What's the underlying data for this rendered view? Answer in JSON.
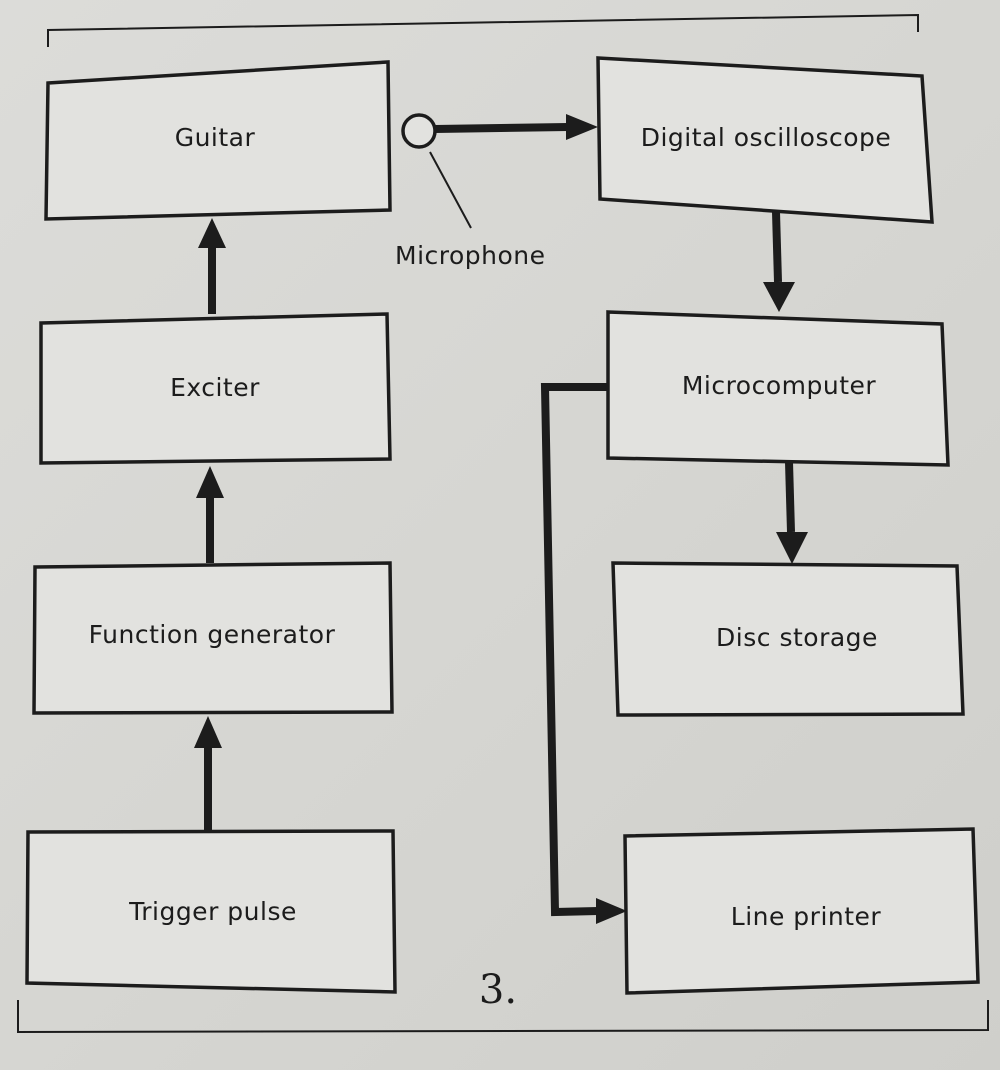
{
  "diagram": {
    "blocks": {
      "guitar": "Guitar",
      "exciter": "Exciter",
      "function_generator": "Function generator",
      "trigger_pulse": "Trigger pulse",
      "digital_oscilloscope": "Digital oscilloscope",
      "microcomputer": "Microcomputer",
      "disc_storage": "Disc storage",
      "line_printer": "Line printer"
    },
    "microphone_label": "Microphone",
    "figure_number": "3."
  }
}
